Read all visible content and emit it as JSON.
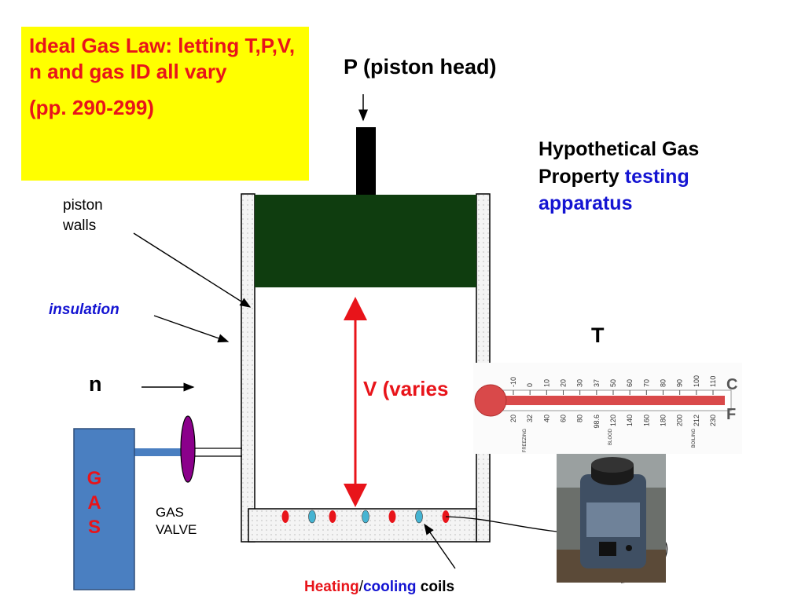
{
  "title": {
    "line": "Ideal Gas Law: letting T,P,V, n and gas ID all vary",
    "pages": "(pp. 290-299)"
  },
  "labels": {
    "piston_head": "P  (piston head)",
    "apparatus_black": "Hypothetical Gas Property",
    "apparatus_blue": "testing apparatus",
    "piston_walls_1": "piston",
    "piston_walls_2": "walls",
    "insulation": "insulation",
    "volume": "V (varies",
    "temperature": "T",
    "moles": "n",
    "gas_letters": [
      "G",
      "A",
      "S"
    ],
    "gas_valve_1": "GAS",
    "gas_valve_2": "VALVE",
    "coils_heating": "Heating",
    "coils_sep": "/",
    "coils_cooling": "cooling",
    "coils_tail": " coils"
  },
  "thermometer": {
    "unit_c": "C",
    "unit_f": "F",
    "celsius_ticks": [
      "-10",
      "0",
      "10",
      "20",
      "30",
      "37",
      "50",
      "60",
      "70",
      "80",
      "90",
      "100",
      "110"
    ],
    "fahrenheit_ticks": [
      "20",
      "32",
      "40",
      "60",
      "80",
      "98.6",
      "120",
      "140",
      "160",
      "180",
      "200",
      "212",
      "230"
    ],
    "freezing": "FREEZING",
    "blood": "BLOOD",
    "boiling": "BOILING"
  },
  "colors": {
    "title_bg": "#ffff00",
    "title_text": "#e8141a",
    "piston_head": "#0f3d0f",
    "gas_tank": "#4a7fc1",
    "valve": "#8b008b",
    "volume_arrow": "#e8141a",
    "accent_blue": "#1414d2",
    "coil_red": "#e8141a",
    "coil_blue": "#46b4d2"
  }
}
